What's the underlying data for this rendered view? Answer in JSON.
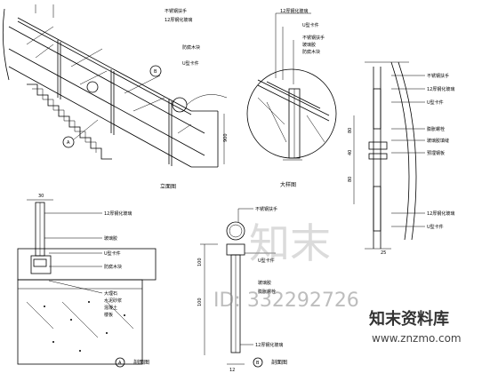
{
  "section_views": {
    "elevation_title": "立面图",
    "detail_title": "大样图",
    "section_a_title": "剖面图",
    "section_b_title": "剖面图"
  },
  "callouts": {
    "a": "A",
    "b": "B"
  },
  "detail_labels": [
    "12厚钢化玻璃",
    "U型卡件",
    "不锈钢扶手",
    "玻璃胶",
    "防腐木块"
  ],
  "top_labels": [
    "不锈钢扶手",
    "12厚钢化玻璃"
  ],
  "right_labels": [
    "不锈钢扶手",
    "12厚钢化玻璃",
    "U型卡件",
    "膨胀螺栓",
    "玻璃胶填缝",
    "预埋钢板",
    "12厚钢化玻璃",
    "U型卡件"
  ],
  "section_a_labels": [
    "12厚钢化玻璃",
    "玻璃胶",
    "U型卡件",
    "防腐木块",
    "大理石",
    "水泥砂浆",
    "混凝土",
    "楼板"
  ],
  "section_b_labels": [
    "不锈钢扶手",
    "U型卡件",
    "玻璃胶",
    "膨胀螺栓",
    "12厚钢化玻璃"
  ],
  "dimensions": {
    "elev_height": "900",
    "sec_a_width": "30",
    "sec_b_h1": "100",
    "sec_b_h2": "100",
    "sec_b_width": "12",
    "right_d1": "80",
    "right_d2": "40",
    "right_d3": "80",
    "right_w": "25"
  },
  "watermark": {
    "big": "知末",
    "id": "ID: 332292726",
    "brand": "知末资料库",
    "site": "www.znzmo.com"
  }
}
